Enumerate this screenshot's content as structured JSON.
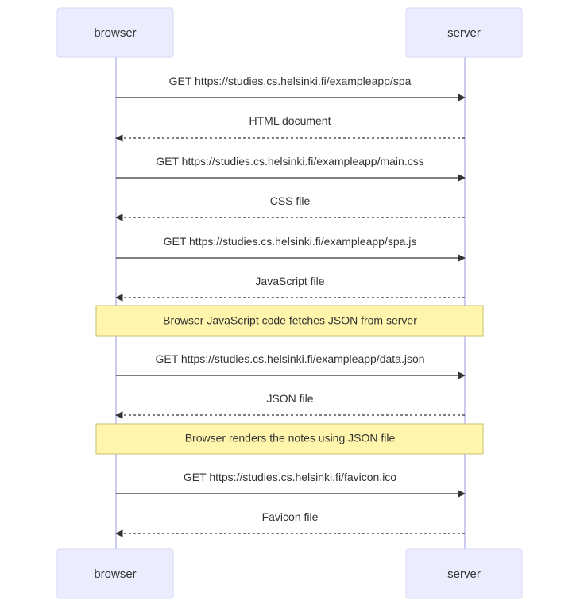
{
  "diagram": {
    "participants": [
      {
        "id": "browser",
        "label": "browser"
      },
      {
        "id": "server",
        "label": "server"
      }
    ],
    "steps": [
      {
        "kind": "message",
        "from": "browser",
        "to": "server",
        "style": "solid",
        "label": "GET https://studies.cs.helsinki.fi/exampleapp/spa"
      },
      {
        "kind": "message",
        "from": "server",
        "to": "browser",
        "style": "dashed",
        "label": "HTML document"
      },
      {
        "kind": "message",
        "from": "browser",
        "to": "server",
        "style": "solid",
        "label": "GET https://studies.cs.helsinki.fi/exampleapp/main.css"
      },
      {
        "kind": "message",
        "from": "server",
        "to": "browser",
        "style": "dashed",
        "label": "CSS file"
      },
      {
        "kind": "message",
        "from": "browser",
        "to": "server",
        "style": "solid",
        "label": "GET https://studies.cs.helsinki.fi/exampleapp/spa.js"
      },
      {
        "kind": "message",
        "from": "server",
        "to": "browser",
        "style": "dashed",
        "label": "JavaScript file"
      },
      {
        "kind": "note",
        "text": "Browser JavaScript code fetches JSON from server"
      },
      {
        "kind": "message",
        "from": "browser",
        "to": "server",
        "style": "solid",
        "label": "GET https://studies.cs.helsinki.fi/exampleapp/data.json"
      },
      {
        "kind": "message",
        "from": "server",
        "to": "browser",
        "style": "dashed",
        "label": "JSON file"
      },
      {
        "kind": "note",
        "text": "Browser renders the notes using JSON file"
      },
      {
        "kind": "message",
        "from": "browser",
        "to": "server",
        "style": "solid",
        "label": "GET https://studies.cs.helsinki.fi/favicon.ico"
      },
      {
        "kind": "message",
        "from": "server",
        "to": "browser",
        "style": "dashed",
        "label": "Favicon file"
      }
    ]
  }
}
